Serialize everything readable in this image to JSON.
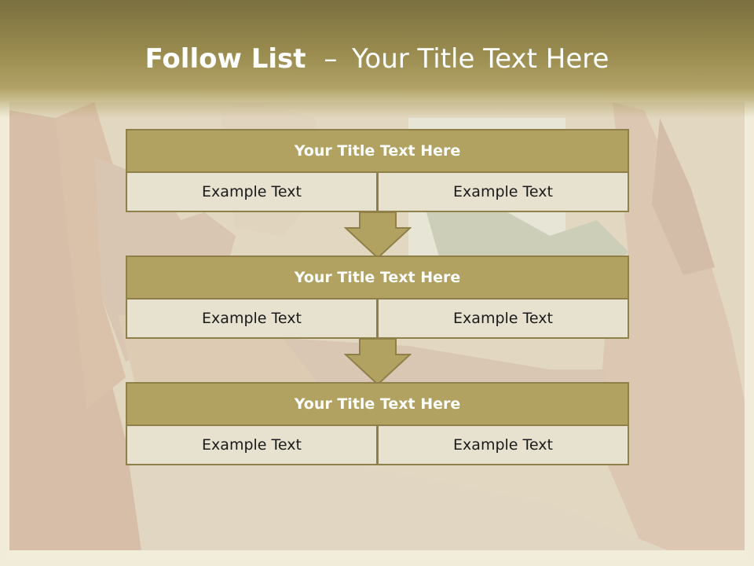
{
  "slide": {
    "title_bold": "Follow List",
    "title_dash": "–",
    "title_rest": "Your Title Text Here"
  },
  "steps": [
    {
      "title": "Your Title Text Here",
      "left": "Example Text",
      "right": "Example Text"
    },
    {
      "title": "Your Title Text Here",
      "left": "Example Text",
      "right": "Example Text"
    },
    {
      "title": "Your Title Text Here",
      "left": "Example Text",
      "right": "Example Text"
    }
  ],
  "colors": {
    "title_band": "#9a8c4f",
    "step_title_fill": "#b1a261",
    "cell_fill": "#e7e1d0",
    "border": "#8f8049",
    "arrow_fill": "#b1a261"
  },
  "icons": [
    "down-arrow-icon",
    "down-arrow-icon"
  ]
}
